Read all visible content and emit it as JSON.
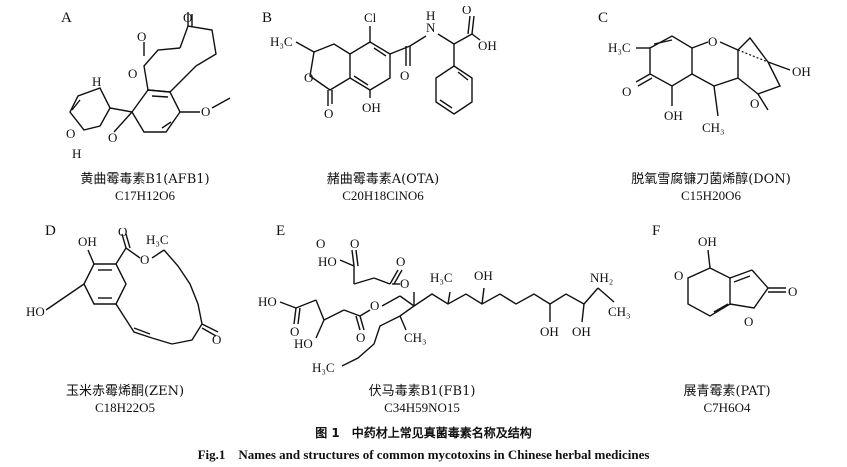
{
  "panels": [
    {
      "letter": "A",
      "name": "黄曲霉毒素B1(AFB1)",
      "formula": "C17H12O6"
    },
    {
      "letter": "B",
      "name": "赭曲霉毒素A(OTA)",
      "formula": "C20H18ClNO6"
    },
    {
      "letter": "C",
      "name": "脱氧雪腐镰刀菌烯醇(DON)",
      "formula": "C15H20O6"
    },
    {
      "letter": "D",
      "name": "玉米赤霉烯酮(ZEN)",
      "formula": "C18H22O5"
    },
    {
      "letter": "E",
      "name": "伏马毒素B1(FB1)",
      "formula": "C34H59NO15"
    },
    {
      "letter": "F",
      "name": "展青霉素(PAT)",
      "formula": "C7H6O4"
    }
  ],
  "figure": {
    "caption_cn": "图 1　中药材上常见真菌毒素名称及结构",
    "caption_en": "Fig.1　Names and structures of common mycotoxins in Chinese herbal medicines"
  }
}
